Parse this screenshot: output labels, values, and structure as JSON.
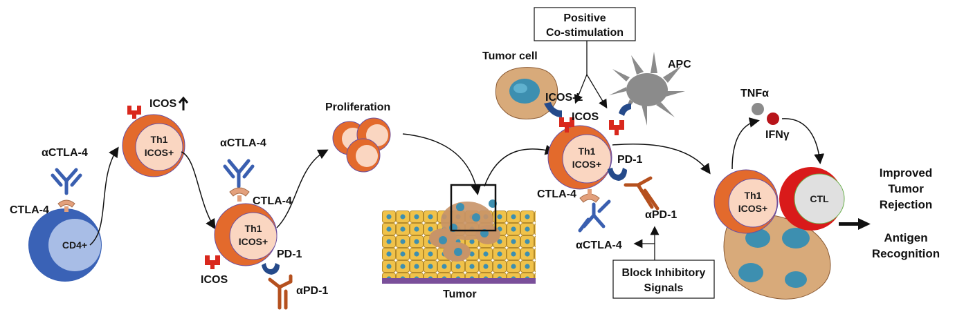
{
  "labels": {
    "cd4": "CD4+",
    "ctla4_left": "CTLA-4",
    "actla4_left": "αCTLA-4",
    "th1_a": "Th1",
    "icos_plus_a": "ICOS+",
    "icos_up": "ICOS",
    "actla4_mid": "αCTLA-4",
    "ctla4_mid": "CTLA-4",
    "th1_b": "Th1",
    "icos_plus_b": "ICOS+",
    "icos_mid": "ICOS",
    "pd1_mid": "PD-1",
    "apd1_mid": "αPD-1",
    "proliferation": "Proliferation",
    "tumor": "Tumor",
    "positive_line1": "Positive",
    "positive_line2": "Co-stimulation",
    "tumor_cell": "Tumor cell",
    "apc": "APC",
    "icos_l": "ICOS-L",
    "icos_right": "ICOS",
    "th1_c": "Th1",
    "icos_plus_c": "ICOS+",
    "pd1_right": "PD-1",
    "ctla4_right": "CTLA-4",
    "apd1_right": "αPD-1",
    "actla4_right": "αCTLA-4",
    "block_line1": "Block Inhibitory",
    "block_line2": "Signals",
    "tnfa": "TNFα",
    "ifng": "IFNγ",
    "th1_d": "Th1",
    "icos_plus_d": "ICOS+",
    "ctl": "CTL",
    "improved_line1": "Improved",
    "improved_line2": "Tumor",
    "improved_line3": "Rejection",
    "antigen_line1": "Antigen",
    "antigen_line2": "Recognition"
  },
  "colors": {
    "th1_orange": "#e36a2c",
    "th1_inner": "#fad6c1",
    "cd4_blue": "#3a62b6",
    "cd4_inner": "#a8bde6",
    "antibody_blue": "#3a5fb0",
    "receptor_red": "#d9281d",
    "ctla4_tan": "#e3a07c",
    "pd1_navy": "#254a8a",
    "apd1_brown": "#b5501e",
    "tumor_tan": "#d8aa7a",
    "nucleus_teal": "#3d8fb0",
    "apc_gray": "#8b8b8b",
    "ctl_red": "#d91a1a"
  },
  "icons": [
    "up-arrow-icon",
    "right-arrow-icon",
    "magnifier-box-icon"
  ]
}
